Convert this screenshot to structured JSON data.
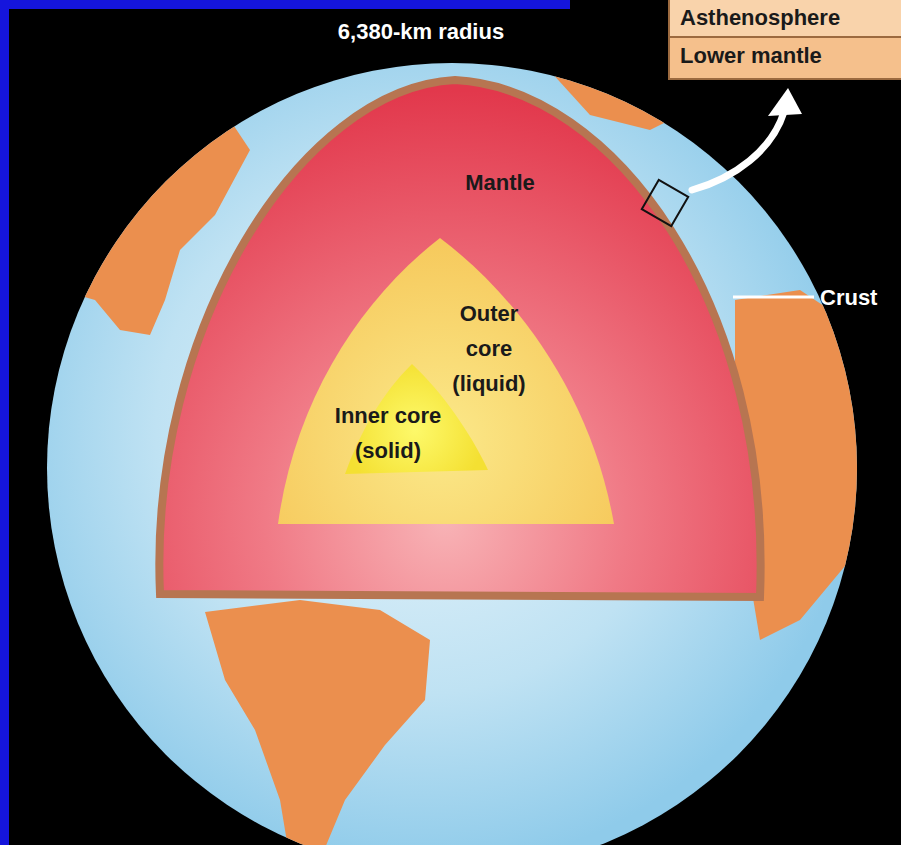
{
  "diagram": {
    "nodes": [
      {
        "text": [
          "Asthenosphere"
        ]
      },
      {
        "text": [
          "Lower mantle"
        ]
      }
    ],
    "labels": [
      "6,380-km radius",
      "Mantle",
      "Outer core (liquid)",
      "Inner core (solid)",
      "Crust"
    ]
  }
}
